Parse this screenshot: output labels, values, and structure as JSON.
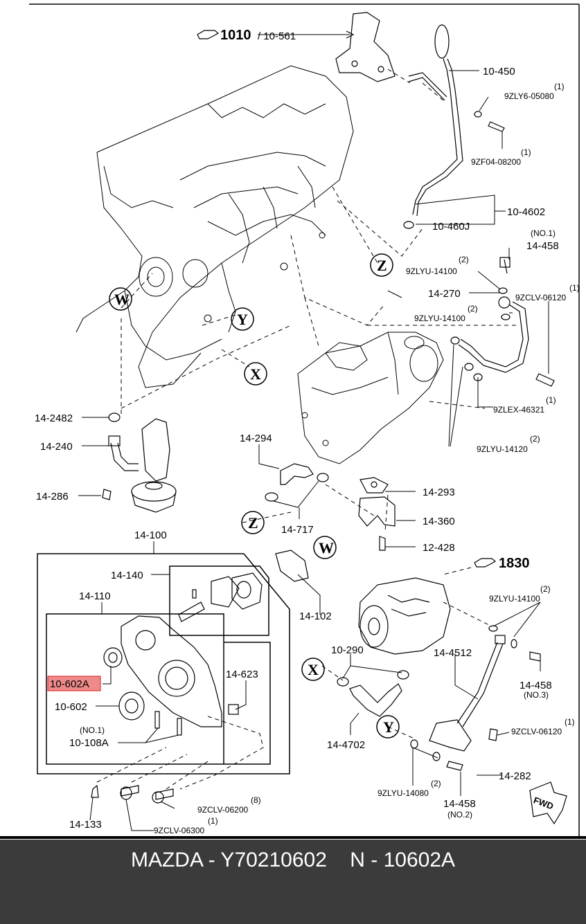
{
  "diagram": {
    "ref_main": "1010",
    "ref_main_sub": "/ 10-561",
    "ref_alt": "1830",
    "zones": [
      "W",
      "Y",
      "Z",
      "X",
      "W",
      "Z",
      "X",
      "Y"
    ],
    "labels": {
      "p10450": "10-450",
      "p9zly6_05080": "9ZLY6-05080",
      "p9zly6_qty": "(1)",
      "p9zf04_08200": "9ZF04-08200",
      "p9zf04_qty": "(1)",
      "p104602": "10-4602",
      "p10460j": "10-460J",
      "p14458_no1": "14-458",
      "no1": "(NO.1)",
      "p9zlyu_14100_a": "9ZLYU-14100",
      "qty2_a": "(2)",
      "p14270": "14-270",
      "p9zclv_06120_a": "9ZCLV-06120",
      "qty1_a": "(1)",
      "p9zlyu_14100_b": "9ZLYU-14100",
      "qty2_b": "(2)",
      "p9zlex_46321": "9ZLEX-46321",
      "qty1_b": "(1)",
      "p9zlyu_14120": "9ZLYU-14120",
      "qty2_c": "(2)",
      "p142482": "14-2482",
      "p14240": "14-240",
      "p14286": "14-286",
      "p14294": "14-294",
      "p14717": "14-717",
      "p14293": "14-293",
      "p14360": "14-360",
      "p12428": "12-428",
      "p14100": "14-100",
      "p14140": "14-140",
      "p14110": "14-110",
      "p14102": "14-102",
      "p10602a": "10-602A",
      "p10602": "10-602",
      "p14623": "14-623",
      "no1_b": "(NO.1)",
      "p10108a": "10-108A",
      "p10290": "10-290",
      "p144512": "14-4512",
      "p144702": "14-4702",
      "p9zlyu_14100_c": "9ZLYU-14100",
      "qty2_d": "(2)",
      "p14458_no3": "14-458",
      "no3": "(NO.3)",
      "p9zclv_06120_b": "9ZCLV-06120",
      "qty1_c": "(1)",
      "p14282": "14-282",
      "p9zlyu_14080": "9ZLYU-14080",
      "qty2_e": "(2)",
      "p14458_no2": "14-458",
      "no2": "(NO.2)",
      "p14133": "14-133",
      "p9zclv_06200": "9ZCLV-06200",
      "qty8": "(8)",
      "p9zclv_06300": "9ZCLV-06300",
      "qty1_d": "(1)",
      "fwd": "FWD"
    },
    "highlight_color": "#f08a8a",
    "highlight_border": "#d42020"
  },
  "footer": {
    "text": "MAZDA - Y70210602    N - 10602A"
  }
}
